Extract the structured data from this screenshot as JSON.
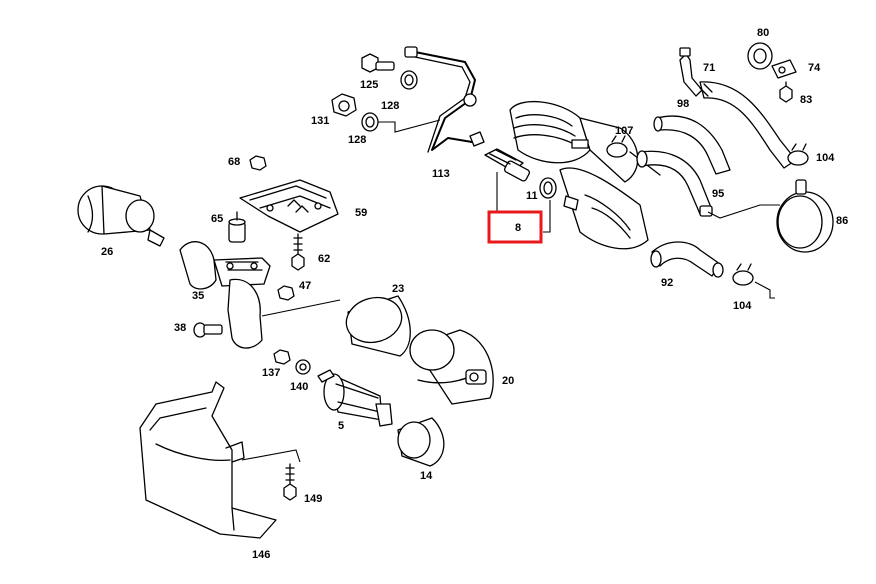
{
  "highlight_color": "#e8191c",
  "highlighted_part": "8",
  "callouts": {
    "n80": "80",
    "n74": "74",
    "n71": "71",
    "n83": "83",
    "n98": "98",
    "n104a": "104",
    "n104b": "104",
    "n107": "107",
    "n95": "95",
    "n86": "86",
    "n92": "92",
    "n125": "125",
    "n128a": "128",
    "n128b": "128",
    "n131": "131",
    "n113": "113",
    "n11": "11",
    "n8": "8",
    "n68": "68",
    "n59": "59",
    "n65": "65",
    "n62": "62",
    "n26": "26",
    "n35": "35",
    "n47": "47",
    "n23": "23",
    "n38": "38",
    "n137": "137",
    "n140": "140",
    "n20": "20",
    "n5": "5",
    "n14": "14",
    "n149": "149",
    "n146": "146"
  }
}
